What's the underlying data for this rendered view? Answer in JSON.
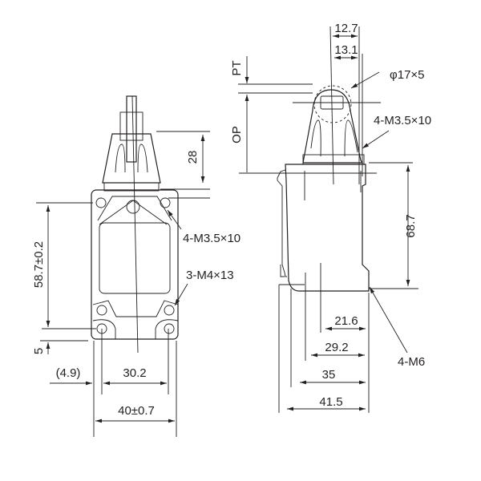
{
  "front_view": {
    "dim_28": "28",
    "dim_height": "58.7±0.2",
    "dim_5": "5",
    "dim_offset": "(4.9)",
    "dim_hole_pitch": "30.2",
    "dim_width": "40±0.7",
    "label_screws_top": "4-M3.5×10",
    "label_screws_bottom": "3-M4×13"
  },
  "side_view": {
    "dim_12_7": "12.7",
    "dim_13_1": "13.1",
    "label_roller": "φ17×5",
    "label_pt": "PT",
    "label_op": "OP",
    "label_screws": "4-M3.5×10",
    "dim_68_7": "68.7",
    "label_m6": "4-M6",
    "dim_21_6": "21.6",
    "dim_29_2": "29.2",
    "dim_35": "35",
    "dim_41_5": "41.5"
  }
}
